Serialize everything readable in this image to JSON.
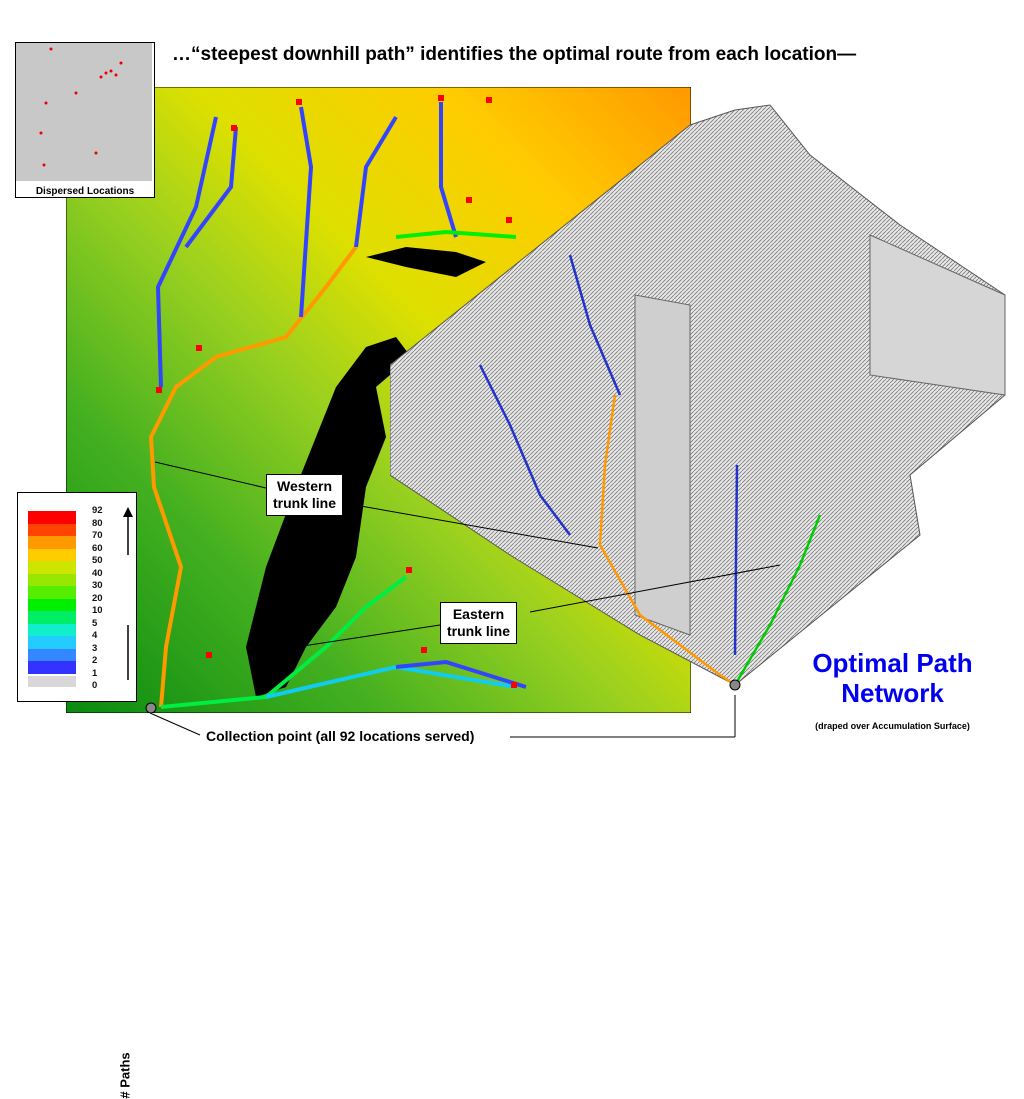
{
  "title": "…“steepest downhill path” identifies the optimal route from each location—",
  "inset": {
    "caption": "Dispersed Locations"
  },
  "legend": {
    "axis_label": "# Paths",
    "labels": [
      "92",
      "80",
      "70",
      "60",
      "50",
      "40",
      "30",
      "20",
      "10",
      "5",
      "4",
      "3",
      "2",
      "1",
      "0"
    ],
    "colors": [
      "#ff0000",
      "#ff4400",
      "#ff9900",
      "#ffcc00",
      "#cce600",
      "#99e600",
      "#55ee00",
      "#00ee00",
      "#00ee66",
      "#11eecc",
      "#22ccff",
      "#3388ff",
      "#3333ff",
      "#d8d8d8"
    ]
  },
  "callouts": {
    "western": [
      "Western",
      "trunk line"
    ],
    "eastern": [
      "Eastern",
      "trunk line"
    ],
    "collection": "Collection point (all 92 locations served)"
  },
  "network_title": [
    "Optimal Path",
    "Network"
  ],
  "network_subtitle": "(draped over Accumulation Surface)"
}
